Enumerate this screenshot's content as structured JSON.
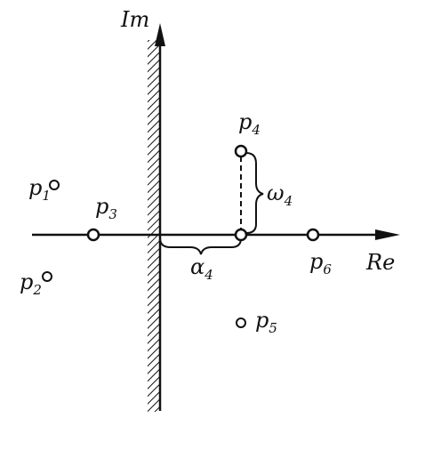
{
  "axes": {
    "imaginary_label": "Im",
    "real_label": "Re"
  },
  "poles": [
    {
      "symbol": "p",
      "subscript": "1"
    },
    {
      "symbol": "p",
      "subscript": "2"
    },
    {
      "symbol": "p",
      "subscript": "3"
    },
    {
      "symbol": "p",
      "subscript": "4"
    },
    {
      "symbol": "p",
      "subscript": "5"
    },
    {
      "symbol": "p",
      "subscript": "6"
    }
  ],
  "annotations": {
    "alpha": {
      "symbol": "α",
      "subscript": "4"
    },
    "omega": {
      "symbol": "ω",
      "subscript": "4"
    }
  },
  "colors": {
    "ink": "#111111",
    "background": "#ffffff"
  }
}
